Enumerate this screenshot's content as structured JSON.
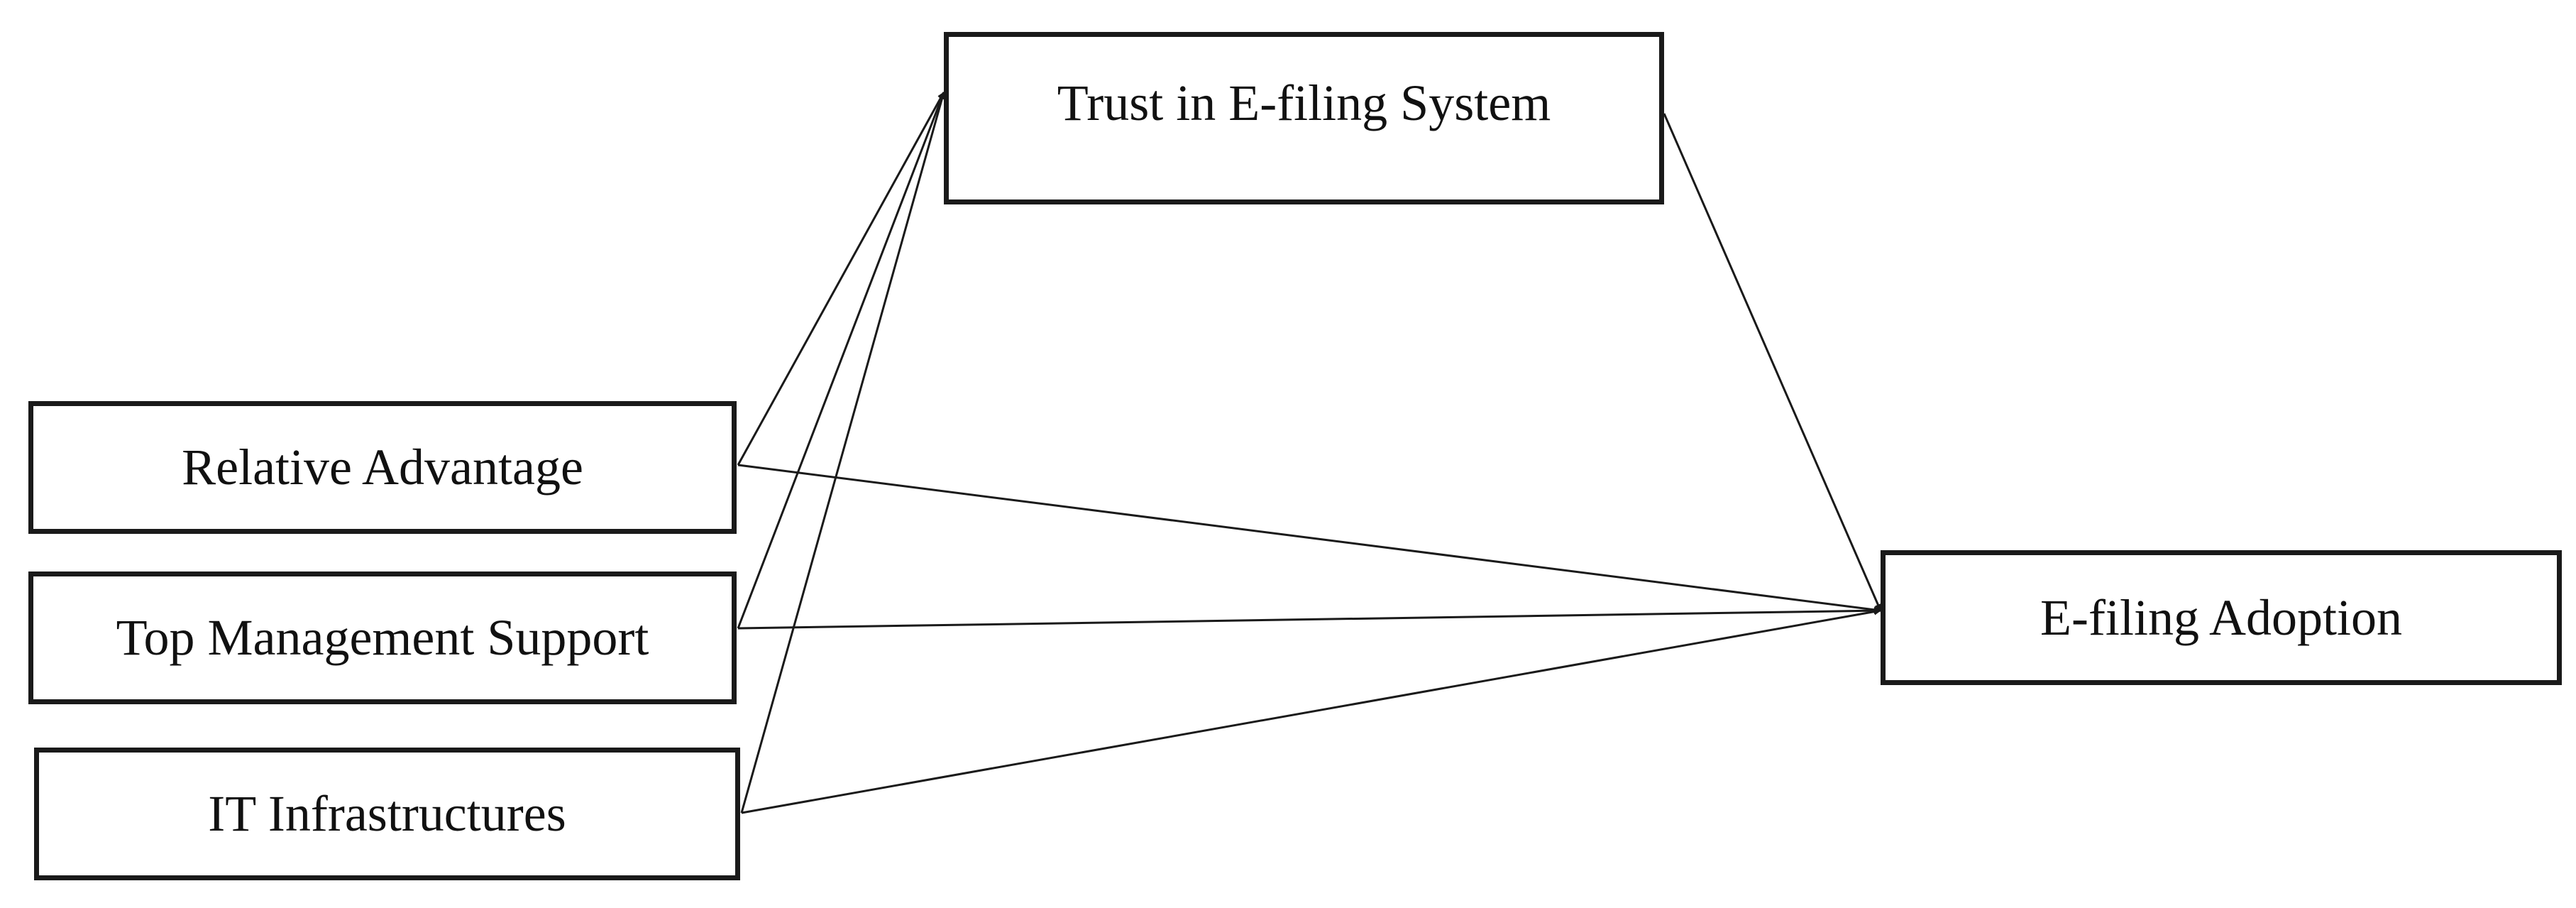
{
  "nodes": {
    "trust": "Trust in E-filing System",
    "relative_advantage": "Relative Advantage",
    "top_management_support": "Top Management Support",
    "it_infrastructures": "IT Infrastructures",
    "adoption": "E-filing Adoption"
  },
  "edges": [
    {
      "from": "relative_advantage",
      "to": "trust"
    },
    {
      "from": "top_management_support",
      "to": "trust"
    },
    {
      "from": "it_infrastructures",
      "to": "trust"
    },
    {
      "from": "relative_advantage",
      "to": "adoption"
    },
    {
      "from": "top_management_support",
      "to": "adoption"
    },
    {
      "from": "it_infrastructures",
      "to": "adoption"
    },
    {
      "from": "trust",
      "to": "adoption"
    }
  ],
  "colors": {
    "line": "#1a1a1a",
    "box_border": "#1a1a1a",
    "text": "#111111",
    "background": "#ffffff"
  }
}
